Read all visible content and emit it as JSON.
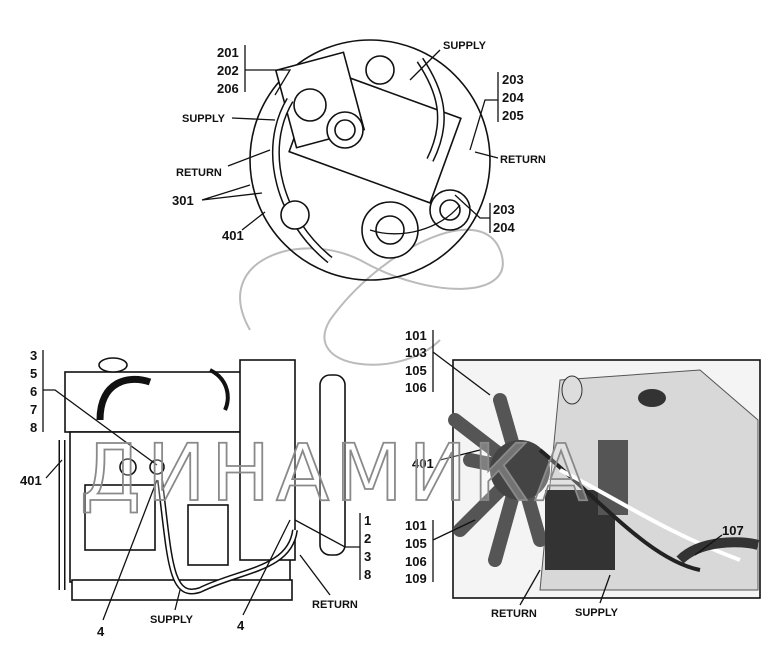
{
  "watermark": "ДИНАМИКА",
  "top_view": {
    "group_a": [
      "201",
      "202",
      "206"
    ],
    "group_b": [
      "203",
      "204",
      "205"
    ],
    "group_c": [
      "203",
      "204"
    ],
    "supply_top": "SUPPLY",
    "supply_left": "SUPPLY",
    "return_left": "RETURN",
    "return_right": "RETURN",
    "part_301": "301",
    "part_401": "401"
  },
  "side_view": {
    "group_left": [
      "3",
      "5",
      "6",
      "7",
      "8"
    ],
    "group_right": [
      "1",
      "2",
      "3",
      "8"
    ],
    "part_401": "401",
    "part_4_a": "4",
    "part_4_b": "4",
    "supply": "SUPPLY",
    "return": "RETURN"
  },
  "photo_view": {
    "group_top": [
      "101",
      "103",
      "105",
      "106"
    ],
    "group_bottom": [
      "101",
      "105",
      "106",
      "109"
    ],
    "part_401": "401",
    "part_107": "107",
    "return": "RETURN",
    "supply": "SUPPLY"
  }
}
